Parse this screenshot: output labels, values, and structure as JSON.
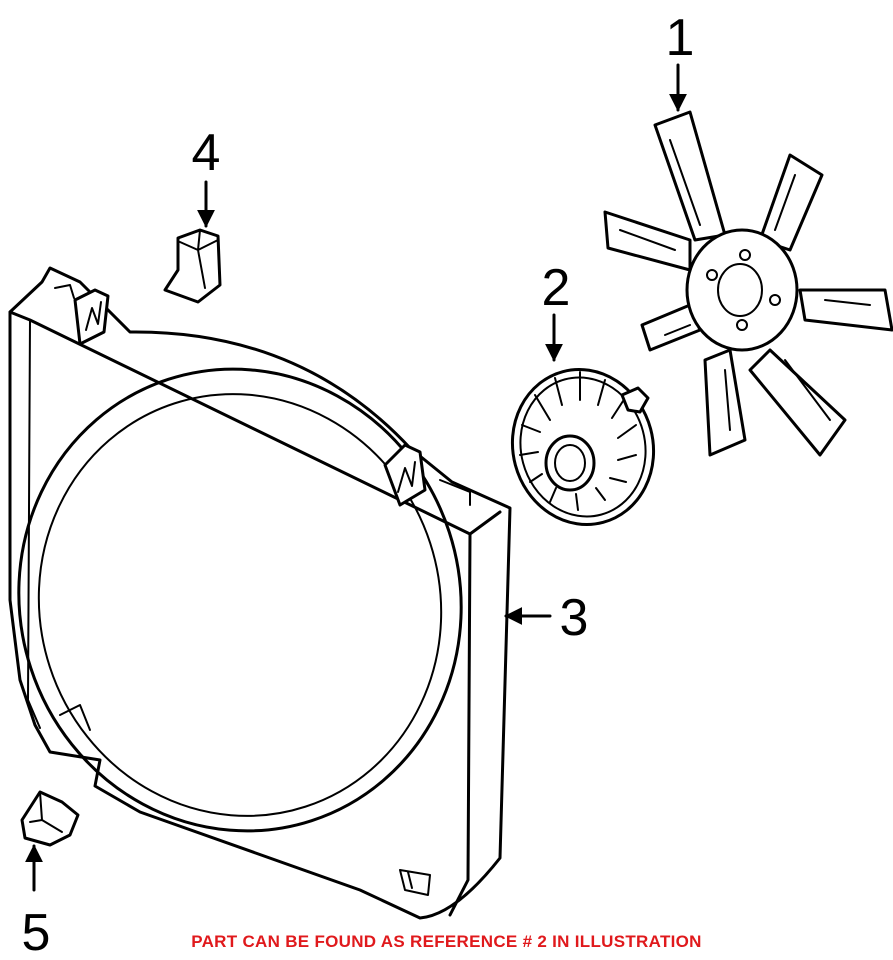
{
  "callouts": [
    {
      "number": "1",
      "part": "fan-blade"
    },
    {
      "number": "2",
      "part": "fan-clutch"
    },
    {
      "number": "3",
      "part": "fan-shroud"
    },
    {
      "number": "4",
      "part": "upper-clip"
    },
    {
      "number": "5",
      "part": "lower-clip"
    }
  ],
  "caption": {
    "text": "PART CAN BE FOUND AS REFERENCE # 2 IN ILLUSTRATION",
    "color": "#e0191c"
  }
}
